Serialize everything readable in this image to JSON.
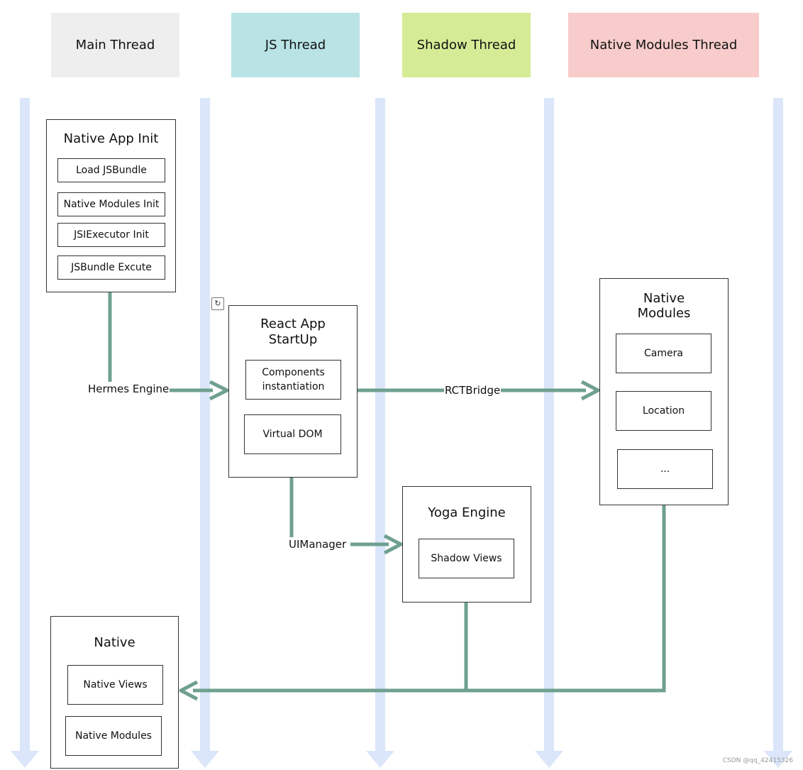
{
  "colors": {
    "lane": "#dbe6fa",
    "connector": "#6fa08f",
    "main_header": "#eeeeee",
    "js_header": "#b9e3e5",
    "shadow_header": "#d5eb96",
    "native_modules_header": "#f7cccb"
  },
  "headers": {
    "main": "Main Thread",
    "js": "JS Thread",
    "shadow": "Shadow Thread",
    "native_modules": "Native Modules Thread"
  },
  "native_app_init": {
    "title": "Native App Init",
    "items": [
      "Load JSBundle",
      "Native Modules Init",
      "JSIExecutor Init",
      "JSBundle Excute"
    ]
  },
  "react_app": {
    "title_line1": "React App",
    "title_line2": "StartUp",
    "components_line1": "Components",
    "components_line2": "instantiation",
    "virtual_dom": "Virtual DOM"
  },
  "native_modules_box": {
    "title_line1": "Native",
    "title_line2": "Modules",
    "items": [
      "Camera",
      "Location",
      "..."
    ]
  },
  "yoga": {
    "title": "Yoga Engine",
    "shadow_views": "Shadow Views"
  },
  "native_box": {
    "title": "Native",
    "native_views": "Native Views",
    "native_modules": "Native Modules"
  },
  "edges": {
    "hermes": "Hermes Engine",
    "rctbridge": "RCTBridge",
    "uimanager": "UIManager"
  },
  "watermark": "CSDN @qq_42415326"
}
